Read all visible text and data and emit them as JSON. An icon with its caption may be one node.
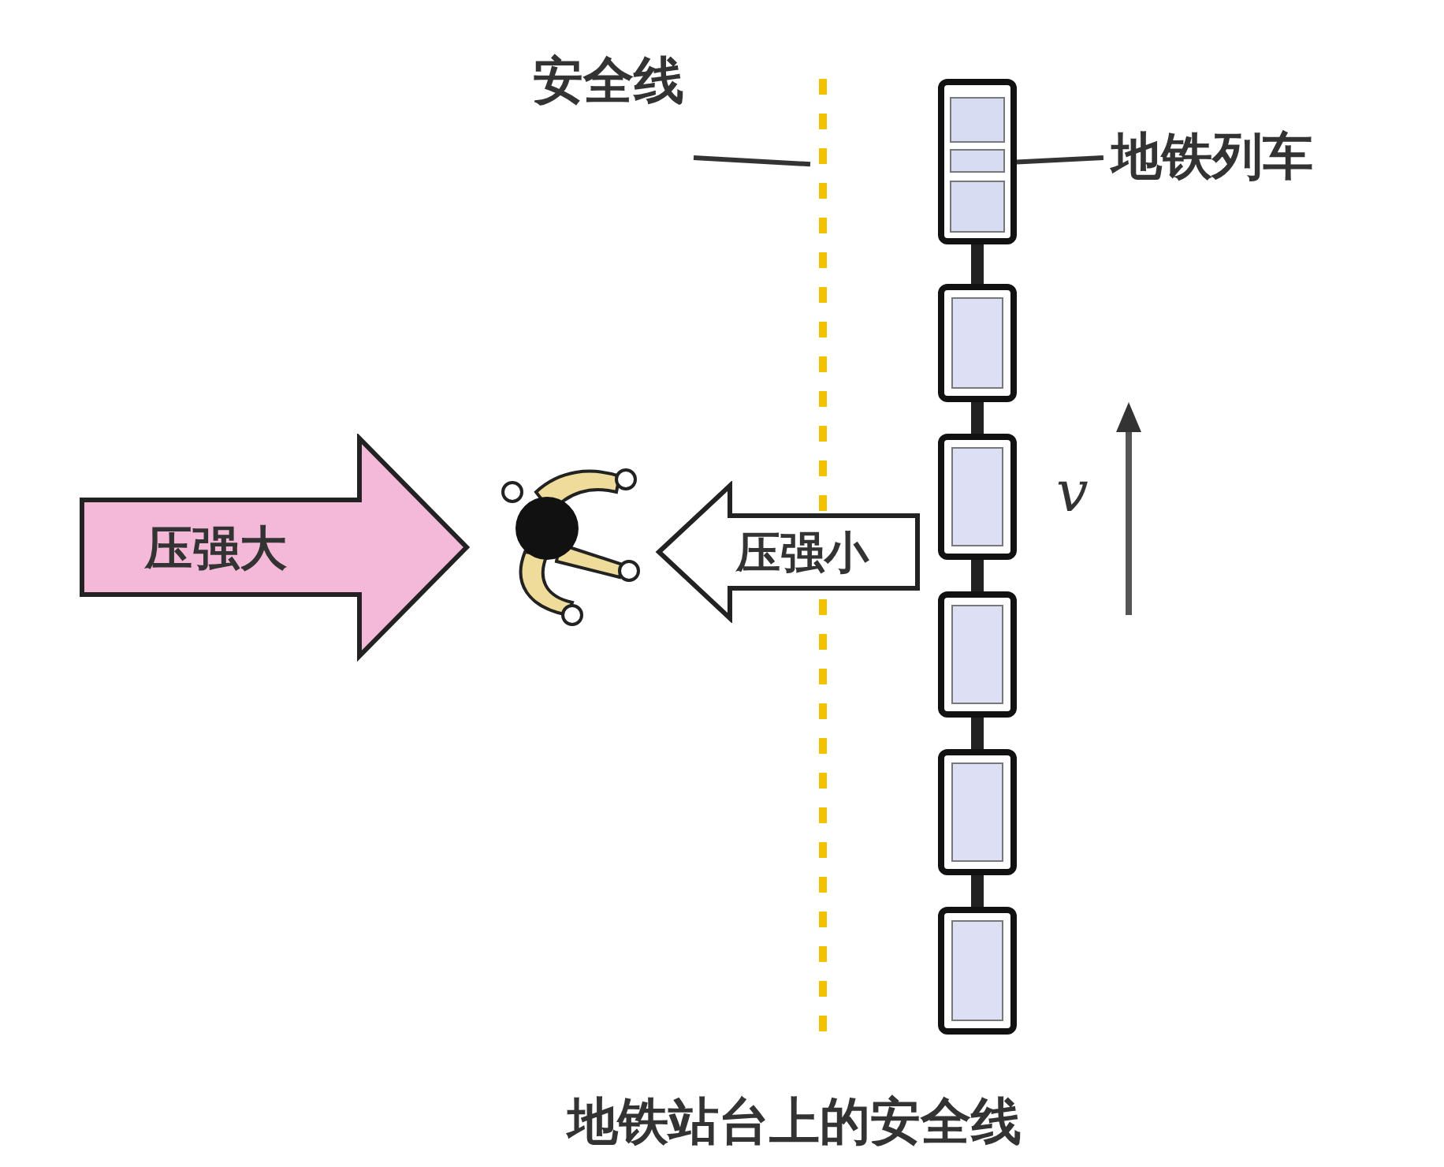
{
  "diagram": {
    "caption": "地铁站台上的安全线",
    "nodes": [
      {
        "text": [
          "安全线"
        ]
      },
      {
        "text": [],
        "shape": "line"
      },
      {
        "text": [
          "地铁列车"
        ]
      },
      {
        "text": [],
        "shape": "picture"
      },
      {
        "text": [
          "压强大"
        ]
      },
      {
        "text": [],
        "shape": "person"
      },
      {
        "text": [
          "压强小"
        ]
      }
    ],
    "edges": [
      {
        "from": 0,
        "to": 1,
        "arrow": "none"
      },
      {
        "from": 2,
        "to": 3,
        "arrow": "none"
      }
    ],
    "labels": [
      "v"
    ]
  }
}
